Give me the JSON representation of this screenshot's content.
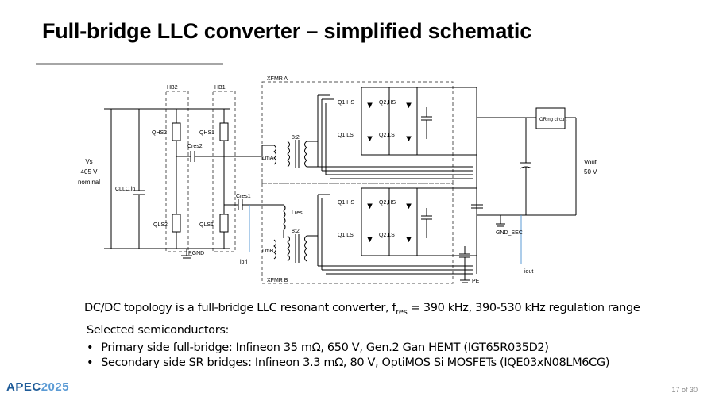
{
  "title": "Full-bridge LLC converter – simplified schematic",
  "schematic": {
    "hb2": "HB2",
    "hb1": "HB1",
    "xfmr_a": "XFMR A",
    "xfmr_b": "XFMR B",
    "vs_line1": "Vs",
    "vs_line2": "405 V",
    "vs_line3": "nominal",
    "c_llc_in": "CLLC,in",
    "q_hs2": "QHS2",
    "q_hs1": "QHS1",
    "q_ls2": "QLS2",
    "q_ls1": "QLS1",
    "c_res2": "Cres2",
    "c_res1": "Cres1",
    "pgnd": "PGND",
    "i_pri": "ipri",
    "l_ma": "LmA",
    "l_mb": "LmB",
    "l_res": "Lres",
    "ratio_a": "8:2",
    "ratio_b": "8:2",
    "q1hs_a": "Q1,HS",
    "q2hs_a": "Q2,HS",
    "q1ls_a": "Q1,LS",
    "q2ls_a": "Q2,LS",
    "q1hs_b": "Q1,HS",
    "q2hs_b": "Q2,HS",
    "q1ls_b": "Q1,LS",
    "q2ls_b": "Q2,LS",
    "oring": "ORing circuit",
    "vout_line1": "Vout",
    "vout_line2": "50 V",
    "gnd_sec": "GND_SEC",
    "pe": "PE",
    "i_out": "iout"
  },
  "caption": {
    "part1": "DC/DC topology is a full-bridge LLC resonant converter, f",
    "sub": "res",
    "part2": " = 390 kHz, 390-530 kHz regulation range"
  },
  "semiconductors": {
    "heading": "Selected semiconductors:",
    "items": [
      "Primary side full-bridge: Infineon 35 mΩ, 650 V, Gen.2 Gan HEMT (IGT65R035D2)",
      "Secondary side SR bridges: Infineon 3.3 mΩ, 80 V, OptiMOS Si MOSFETs (IQE03xN08LM6CG)"
    ]
  },
  "footer": {
    "logo_main": "APEC",
    "logo_year": "2025",
    "page": "17 of 30"
  },
  "colors": {
    "rule": "#a6a6a6",
    "logo": "#1f5c99",
    "current_arrow": "#5b9bd5"
  }
}
